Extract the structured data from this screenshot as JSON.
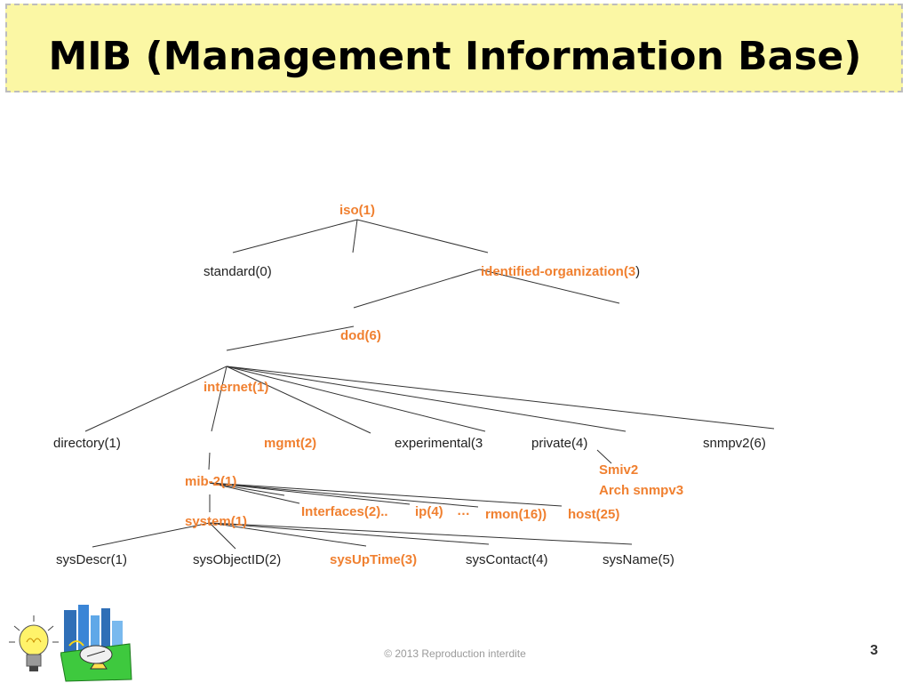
{
  "title": "MIB (Management Information Base)",
  "footer": "©  2013 Reproduction interdite",
  "page_number": "3",
  "tree": {
    "iso": "iso(1)",
    "standard": "standard(0)",
    "identified_org": "identified-organization(3",
    "identified_org_paren": ")",
    "dod": "dod(6)",
    "internet": "internet(1)",
    "directory": "directory(1)",
    "mgmt": "mgmt(2)",
    "experimental": "experimental(3",
    "private": "private(4)",
    "snmpv2": "snmpv2(6)",
    "smiv2": "Smiv2",
    "arch": "Arch snmpv3",
    "mib2": "mib-2(1)",
    "interfaces": "Interfaces(2)..",
    "ip": "ip(4)",
    "ellipsis": "…",
    "rmon": "rmon(16))",
    "host": "host(25)",
    "system": "system(1)",
    "sysdescr": "sysDescr(1)",
    "sysobjectid": "sysObjectID(2)",
    "sysuptime": "sysUpTime(3)",
    "syscontact": "sysContact(4)",
    "sysname": "sysName(5)"
  },
  "icons": {
    "bulb": "lightbulb-icon",
    "city": "city-network-icon"
  }
}
